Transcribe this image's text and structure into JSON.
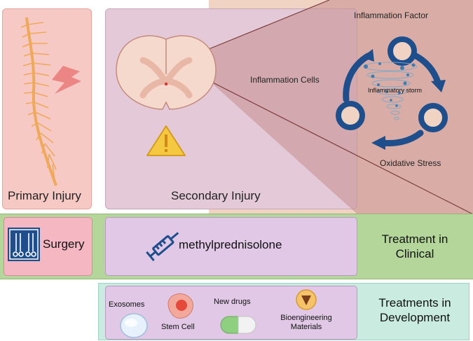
{
  "panels": {
    "primary": {
      "label": "Primary Injury",
      "color": "#f7c9c4",
      "border": "#e8a49c"
    },
    "secondary": {
      "label": "Secondary Injury",
      "color": "#e4cad8",
      "border": "#c9a7bb"
    },
    "inflammation": {
      "background": "#f1d3c3",
      "wedge_color": "#c58e8e",
      "factor_label": "Inflammation Factor",
      "cells_label": "Inflammation Cells",
      "storm_label": "Inflammatory storm",
      "stress_label": "Oxidative Stress",
      "cycle_color": "#1f4e8c"
    }
  },
  "clinical": {
    "band_color": "#b5d69a",
    "surgery_label": "Surgery",
    "drug_label": "methylprednisolone",
    "title": "Treatment in\nClinical",
    "surgery_box_color": "#f5b7c2",
    "drug_box_color": "#e0c8e6"
  },
  "development": {
    "band_color": "#c9ebe0",
    "box_color": "#e0c8e6",
    "items": [
      "Exosomes",
      "Stem Cell",
      "New drugs",
      "Bioengineering\nMaterials"
    ],
    "title": "Treatments in\nDevelopment"
  },
  "icons": [
    "spinal-cord-icon",
    "lightning-icon",
    "spinal-cross-section-icon",
    "warning-icon",
    "cycle-arrows-icon",
    "tornado-icon",
    "surgical-tools-icon",
    "syringe-icon",
    "exosome-icon",
    "stem-cell-icon",
    "capsule-icon",
    "biomaterial-icon"
  ]
}
